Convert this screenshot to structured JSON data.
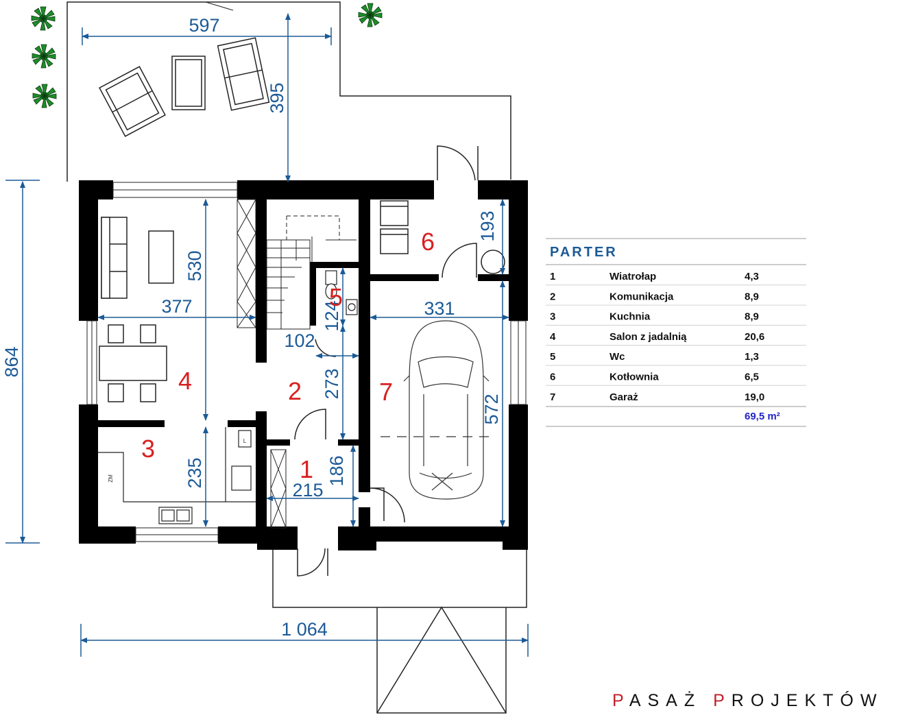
{
  "dimensions": {
    "terrace_width": "597",
    "terrace_depth": "395",
    "total_depth": "864",
    "total_width": "1 064",
    "salon_height": "530",
    "salon_width": "377",
    "corridor_width": "102",
    "corridor_height": "273",
    "wc_depth": "124",
    "boiler_depth": "193",
    "garage_width": "331",
    "garage_depth": "572",
    "kitchen_depth": "235",
    "vestibule_width": "215",
    "vestibule_depth": "186"
  },
  "room_numbers": {
    "wiatrolap": "1",
    "komunikacja": "2",
    "kuchnia": "3",
    "salon": "4",
    "wc": "5",
    "kotlownia": "6",
    "garaz": "7"
  },
  "fixture_labels": {
    "oven": "ZM",
    "fridge": "L"
  },
  "area_table": {
    "title": "PARTER",
    "rows": [
      {
        "no": "1",
        "name": "Wiatrołap",
        "area": "4,3"
      },
      {
        "no": "2",
        "name": "Komunikacja",
        "area": "8,9"
      },
      {
        "no": "3",
        "name": "Kuchnia",
        "area": "8,9"
      },
      {
        "no": "4",
        "name": "Salon z jadalnią",
        "area": "20,6"
      },
      {
        "no": "5",
        "name": "Wc",
        "area": "1,3"
      },
      {
        "no": "6",
        "name": "Kotłownia",
        "area": "6,5"
      },
      {
        "no": "7",
        "name": "Garaż",
        "area": "19,0"
      }
    ],
    "total": "69,5 m²"
  },
  "brand": {
    "letter1": "P",
    "word1_rest": "ASAŻ",
    "letter2": "P",
    "word2_rest": "ROJEKTÓW"
  },
  "colors": {
    "walls": "#000000",
    "dimensions": "#1c5a96",
    "room_numbers": "#d8201f",
    "total_area": "#2323c8",
    "plants": "#1e8c2a"
  }
}
